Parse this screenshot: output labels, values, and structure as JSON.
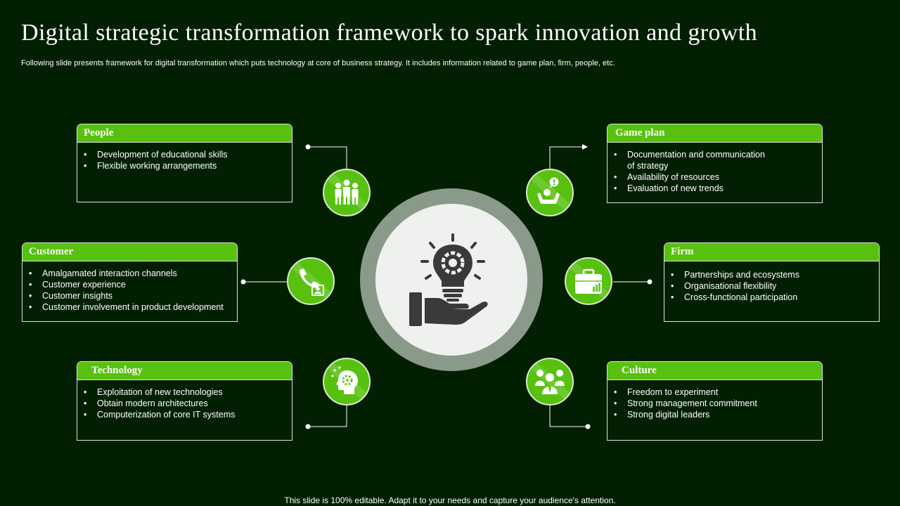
{
  "title": "Digital strategic transformation framework to spark innovation and growth",
  "subtitle": "Following slide presents framework for digital transformation which puts technology at core of business strategy. It includes information related to game plan, firm, people, etc.",
  "footer": "This slide is 100% editable. Adapt it to your needs and capture your audience's attention.",
  "colors": {
    "accent": "#58c10f",
    "background": "#021f02",
    "ring": "#8a9a8a"
  },
  "center": {
    "icon": "lightbulb-gear-hand-icon"
  },
  "people": {
    "title": "People",
    "icon": "team-icon",
    "items": [
      "Development  of educational skills",
      "Flexible working arrangements"
    ]
  },
  "customer": {
    "title": "Customer",
    "icon": "phone-contact-icon",
    "items": [
      "Amalgamated interaction channels",
      "Customer experience",
      "Customer insights",
      "Customer involvement  in product development"
    ]
  },
  "technology": {
    "title": "Technology",
    "icon": "head-gear-icon",
    "items": [
      "Exploitation of new technologies",
      "Obtain modern architectures",
      "Computerization of core IT systems"
    ]
  },
  "game_plan": {
    "title": "Game plan",
    "icon": "person-alert-icon",
    "items": [
      "Documentation  and communication",
      "of strategy",
      "Availability of resources",
      "Evaluation  of new trends"
    ]
  },
  "firm": {
    "title": "Firm",
    "icon": "briefcase-chart-icon",
    "items": [
      "Partnerships and ecosystems",
      "Organisational  flexibility",
      "Cross-functional  participation"
    ]
  },
  "culture": {
    "title": "Culture",
    "icon": "business-team-icon",
    "items": [
      "Freedom to experiment",
      "Strong management  commitment",
      "Strong digital leaders"
    ]
  }
}
